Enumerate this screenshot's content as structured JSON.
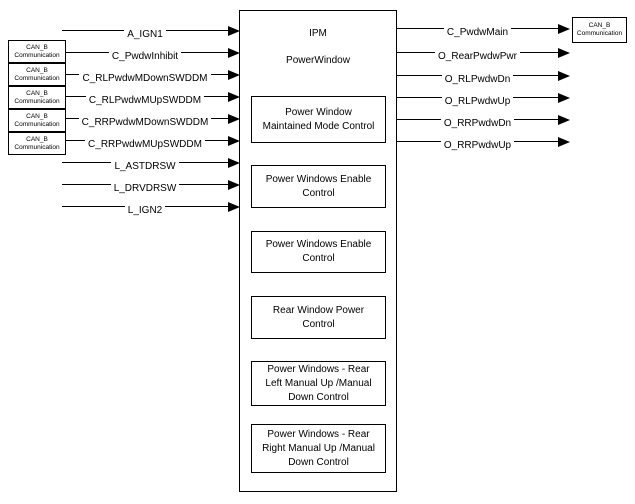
{
  "diagram": {
    "title": "IPM PowerWindow block diagram",
    "colors": {
      "background": "#ffffff",
      "line": "#000000",
      "text": "#000000",
      "box_border": "#000000"
    },
    "icons": {
      "arrowhead": "filled-right-triangle"
    },
    "can_box": {
      "line1": "CAN_B",
      "line2": "Communication"
    },
    "inputs": [
      {
        "label": "A_IGN1",
        "has_can_box": false
      },
      {
        "label": "C_PwdwInhibit",
        "has_can_box": true
      },
      {
        "label": "C_RLPwdwMDownSWDDM",
        "has_can_box": true
      },
      {
        "label": "C_RLPwdwMUpSWDDM",
        "has_can_box": true
      },
      {
        "label": "C_RRPwdwMDownSWDDM",
        "has_can_box": true
      },
      {
        "label": "C_RRPwdwMUpSWDDM",
        "has_can_box": true
      },
      {
        "label": "L_ASTDRSW",
        "has_can_box": false
      },
      {
        "label": "L_DRVDRSW",
        "has_can_box": false
      },
      {
        "label": "L_IGN2",
        "has_can_box": false
      }
    ],
    "ipm": {
      "title_line1": "IPM",
      "title_line2": "PowerWindow",
      "sub_boxes": [
        {
          "lines": [
            "Power Window",
            "Maintained Mode Control"
          ]
        },
        {
          "lines": [
            "Power Windows Enable",
            "Control"
          ]
        },
        {
          "lines": [
            "Power Windows Enable",
            "Control"
          ]
        },
        {
          "lines": [
            "Rear Window Power",
            "Control"
          ]
        },
        {
          "lines": [
            "Power Windows - Rear",
            "Left Manual Up /Manual",
            "Down Control"
          ]
        },
        {
          "lines": [
            "Power Windows - Rear",
            "Right Manual Up /Manual",
            "Down Control"
          ]
        }
      ]
    },
    "outputs": [
      {
        "label": "C_PwdwMain",
        "has_can_box": true
      },
      {
        "label": "O_RearPwdwPwr",
        "has_can_box": false
      },
      {
        "label": "O_RLPwdwDn",
        "has_can_box": false
      },
      {
        "label": "O_RLPwdwUp",
        "has_can_box": false
      },
      {
        "label": "O_RRPwdwDn",
        "has_can_box": false
      },
      {
        "label": "O_RRPwdwUp",
        "has_can_box": false
      }
    ]
  }
}
